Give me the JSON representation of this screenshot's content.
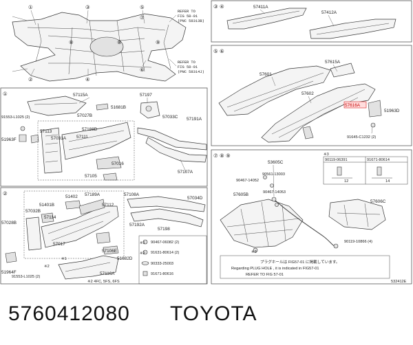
{
  "panels": {
    "top_right_a": {
      "circles": [
        "③",
        "④"
      ],
      "parts": [
        "57411A",
        "57412A"
      ]
    },
    "top_right_b": {
      "circles": [
        "⑤",
        "⑥"
      ],
      "parts": [
        "57615A",
        "57601",
        "57602",
        "57616A",
        "51963D",
        "91645-C1232 (2)"
      ]
    },
    "mid_right": {
      "circles": [
        "⑦",
        "⑧",
        "⑨"
      ],
      "parts": [
        "53605C",
        "90467-14052",
        "90561-13003",
        "90467-14053",
        "57605B",
        "57606C",
        "90119-10866 (4)"
      ],
      "note_mark": "※3",
      "box_parts": [
        "90119-06391",
        "91671-80614",
        "12",
        "14"
      ],
      "note_jp": "プラグホールは FIG57-01 に掲載しています。",
      "note_en_1": "Regarding  PLUG HOLE , it is indicated in  FIG57-01",
      "note_en_2": "REFER TO FIG 57-01",
      "catalog_code": "532412E"
    },
    "left_top": {
      "circles": [
        "①",
        "②",
        "③",
        "④",
        "⑤",
        "⑥",
        "⑦",
        "⑧",
        "⑨"
      ],
      "ref1_a": "REFER TO",
      "ref1_b": "FIG 58-01",
      "ref1_c": "(PNC 58313B)",
      "ref2_a": "REFER TO",
      "ref2_b": "FIG 58-01",
      "ref2_c": "(PNC 58314J)"
    },
    "left_mid": {
      "circle": "①",
      "parts": [
        "57115A",
        "57197",
        "51681B",
        "91553-L1025 (2)",
        "57027B",
        "57033C",
        "57191A",
        "57113",
        "57188B",
        "57031A",
        "57111",
        "51963F",
        "57016",
        "57105",
        "57107A"
      ]
    },
    "left_bot": {
      "circle": "②",
      "parts": [
        "51402",
        "57189A",
        "51401B",
        "57112",
        "57032B",
        "57114",
        "57028B",
        "57017",
        "57106E",
        "57108A",
        "57034D",
        "57192A",
        "57198",
        "51682D",
        "51964F",
        "91553-L1025 (2)",
        "57116A"
      ],
      "mark1": "※1",
      "mark2": "※2",
      "note_bottom": "※2 4FC, 5FS, 6FS",
      "key_parts": [
        "90467-06082 (2)",
        "91631-80614 (2)",
        "90333-25003",
        "91671-80616"
      ],
      "key_marks": [
        "※1",
        "※2"
      ]
    }
  },
  "footer": {
    "part_number": "5760412080",
    "brand": "TOYOTA"
  }
}
